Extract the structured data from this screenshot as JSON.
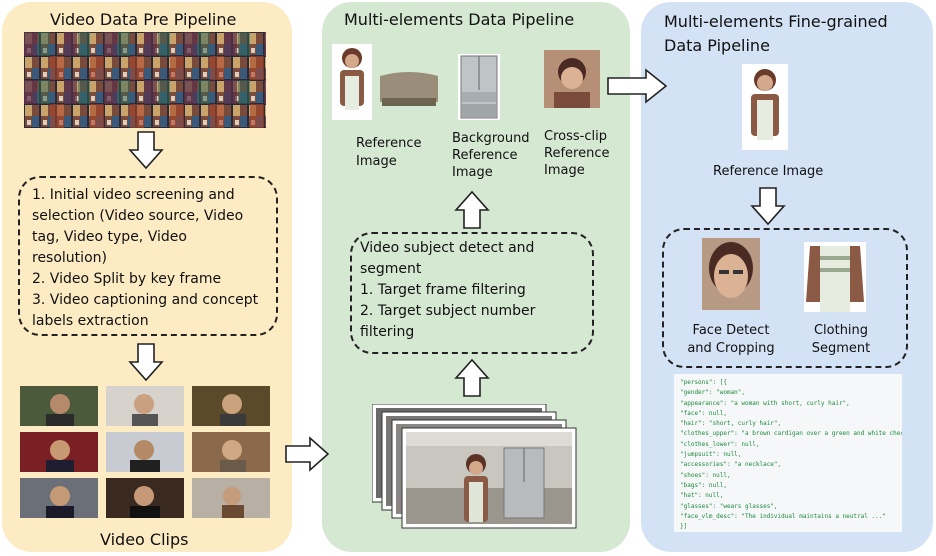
{
  "panels": {
    "pre": {
      "title": "Video Data Pre Pipeline",
      "steps": [
        "1. Initial video screening and",
        "selection (Video source, Video",
        "tag, Video type, Video",
        "resolution)",
        "2. Video Split by key frame",
        "3. Video captioning and concept",
        "labels extraction"
      ],
      "clips_label": "Video Clips"
    },
    "multi": {
      "title": "Multi-elements Data Pipeline",
      "labels": {
        "reference": [
          "Reference",
          "Image"
        ],
        "background": [
          "Background",
          "Reference",
          "Image"
        ],
        "crossclip": [
          "Cross-clip",
          "Reference",
          "Image"
        ]
      },
      "steps": [
        "Video subject detect and",
        "segment",
        "1. Target frame filtering",
        "2. Target subject number",
        "filtering"
      ]
    },
    "fine": {
      "title_lines": [
        "Multi-elements Fine-grained",
        "Data Pipeline"
      ],
      "reference_label": "Reference Image",
      "face_label": [
        "Face Detect",
        "and Cropping"
      ],
      "clothing_label": [
        "Clothing",
        "Segment"
      ],
      "json_lines": [
        "\"persons\": [{",
        "  \"gender\": \"woman\",",
        "  \"appearance\": \"a woman with short, curly hair\",",
        "  \"face\": null,",
        "  \"hair\": \"short, curly hair\",",
        "  \"clothes_upper\": \"a brown cardigan over a green and white checkered apron\",",
        "  \"clothes_lower\": null,",
        "  \"jumpsuit\": null,",
        "  \"accessories\": \"a necklace\",",
        "  \"shoes\": null,",
        "  \"bags\": null,",
        "  \"hat\": null,",
        "  \"glasses\": \"wears glasses\",",
        "  \"face_vlm_desc\": \"The individual maintains a neutral ...\"",
        "}]"
      ]
    }
  },
  "colors": {
    "pre_bg": "#fdebc4",
    "multi_bg": "#d5e8d2",
    "fine_bg": "#d3e2f5",
    "json_key": "#1b8a3a",
    "json_value": "#8a6a20"
  },
  "icons": [
    "down-arrow-icon",
    "up-arrow-icon",
    "right-arrow-icon"
  ]
}
